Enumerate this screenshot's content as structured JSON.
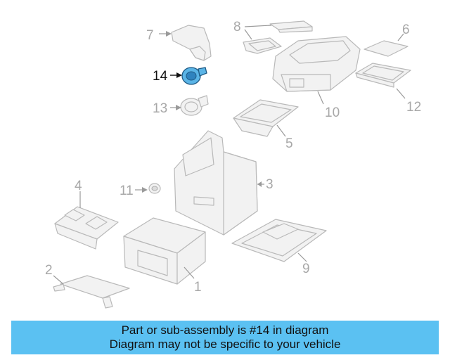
{
  "diagram": {
    "callouts": [
      "1",
      "2",
      "3",
      "4",
      "5",
      "6",
      "7",
      "8",
      "9",
      "10",
      "11",
      "12",
      "13",
      "14"
    ],
    "highlighted": "14",
    "highlight_color": "#5ab4e6"
  },
  "banner": {
    "line1": "Part or sub-assembly is #14 in diagram",
    "line2": "Diagram may not be specific to your vehicle",
    "background": "#5bc1f2"
  }
}
